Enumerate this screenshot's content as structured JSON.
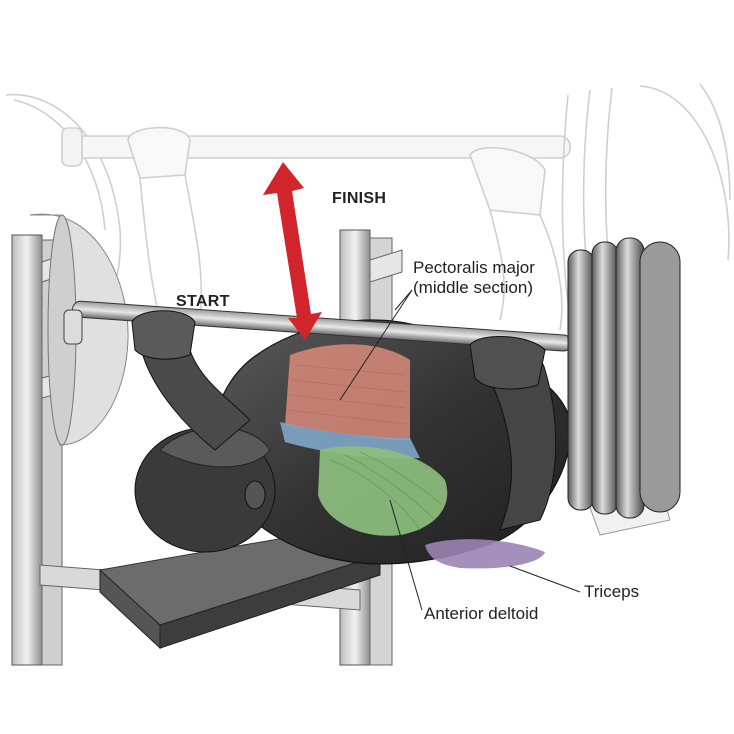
{
  "labels": {
    "start": "START",
    "finish": "FINISH",
    "pectoralis_line1": "Pectoralis major",
    "pectoralis_line2": "(middle section)",
    "triceps": "Triceps",
    "anterior_deltoid": "Anterior deltoid"
  },
  "colors": {
    "arrow": "#d1252b",
    "pectoralis": "#d98a7a",
    "anterior_deltoid": "#8dbf7e",
    "clavicular_band": "#7fa6c8",
    "triceps": "#9a84b3",
    "figure": "#3a3a3a",
    "ghost": "#cfcfcf"
  },
  "icons": {
    "arrow": "double-headed-vertical-arrow",
    "bench": "flat-bench-with-rack",
    "barbell": "barbell-with-plates"
  }
}
